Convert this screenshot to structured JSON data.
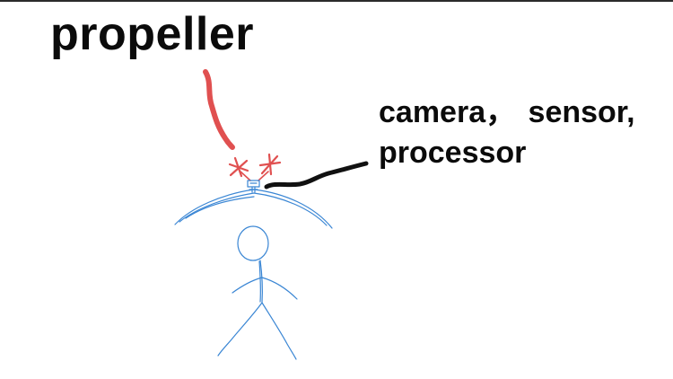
{
  "labels": {
    "propeller": "propeller",
    "camera_line1": "camera， sensor,",
    "camera_line2": "processor"
  },
  "colors": {
    "label_text": "#0b0b0b",
    "propeller_pointer": "#e05050",
    "propeller_marks": "#e05050",
    "module_pointer": "#111111",
    "figure_sketch": "#3a86d4"
  }
}
